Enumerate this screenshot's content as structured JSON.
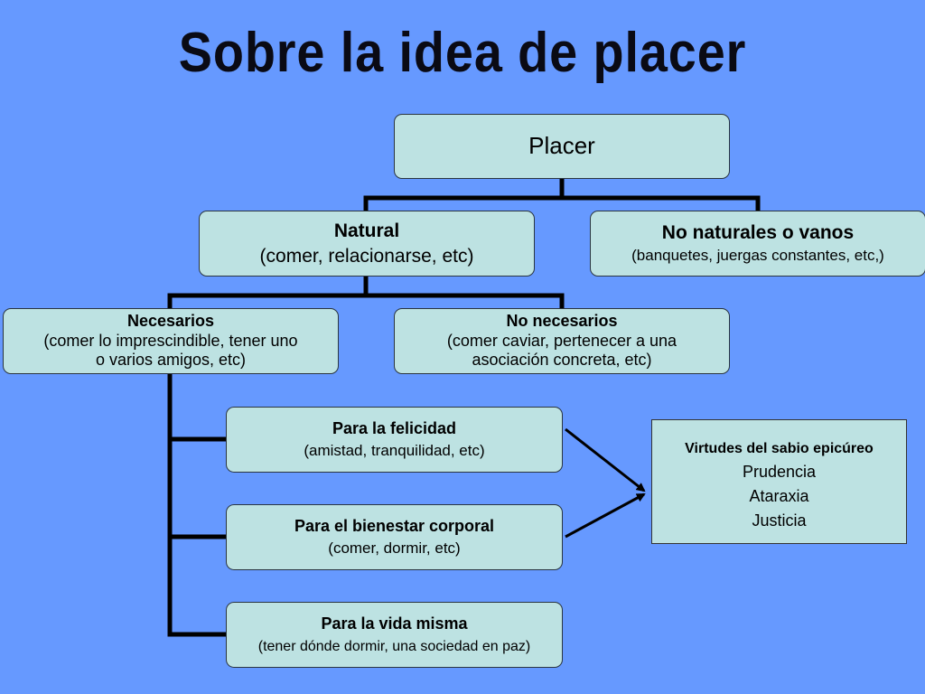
{
  "title": "Sobre la idea de placer",
  "nodes": {
    "placer": {
      "title": "Placer"
    },
    "natural": {
      "title": "Natural",
      "desc": "(comer, relacionarse, etc)"
    },
    "no_naturales": {
      "title": "No naturales o vanos",
      "desc": "(banquetes, juergas constantes, etc,)"
    },
    "necesarios": {
      "title": "Necesarios",
      "desc_lines": [
        "(comer lo imprescindible, tener uno",
        "o varios amigos, etc)"
      ]
    },
    "no_necesarios": {
      "title": "No necesarios",
      "desc_lines": [
        "(comer caviar, pertenecer a una",
        "asociación concreta, etc)"
      ]
    },
    "felicidad": {
      "title": "Para la felicidad",
      "desc": "(amistad, tranquilidad, etc)"
    },
    "bienestar": {
      "title": "Para el bienestar corporal",
      "desc": "(comer, dormir, etc)"
    },
    "vida": {
      "title": "Para la vida misma",
      "desc": "(tener dónde dormir, una sociedad en paz)"
    },
    "virtudes": {
      "title": "Virtudes del sabio epicúreo",
      "items": [
        "Prudencia",
        "Ataraxia",
        "Justicia"
      ]
    }
  },
  "colors": {
    "background": "#6699ff",
    "box_fill": "#bde2e2",
    "connector": "#000000"
  }
}
